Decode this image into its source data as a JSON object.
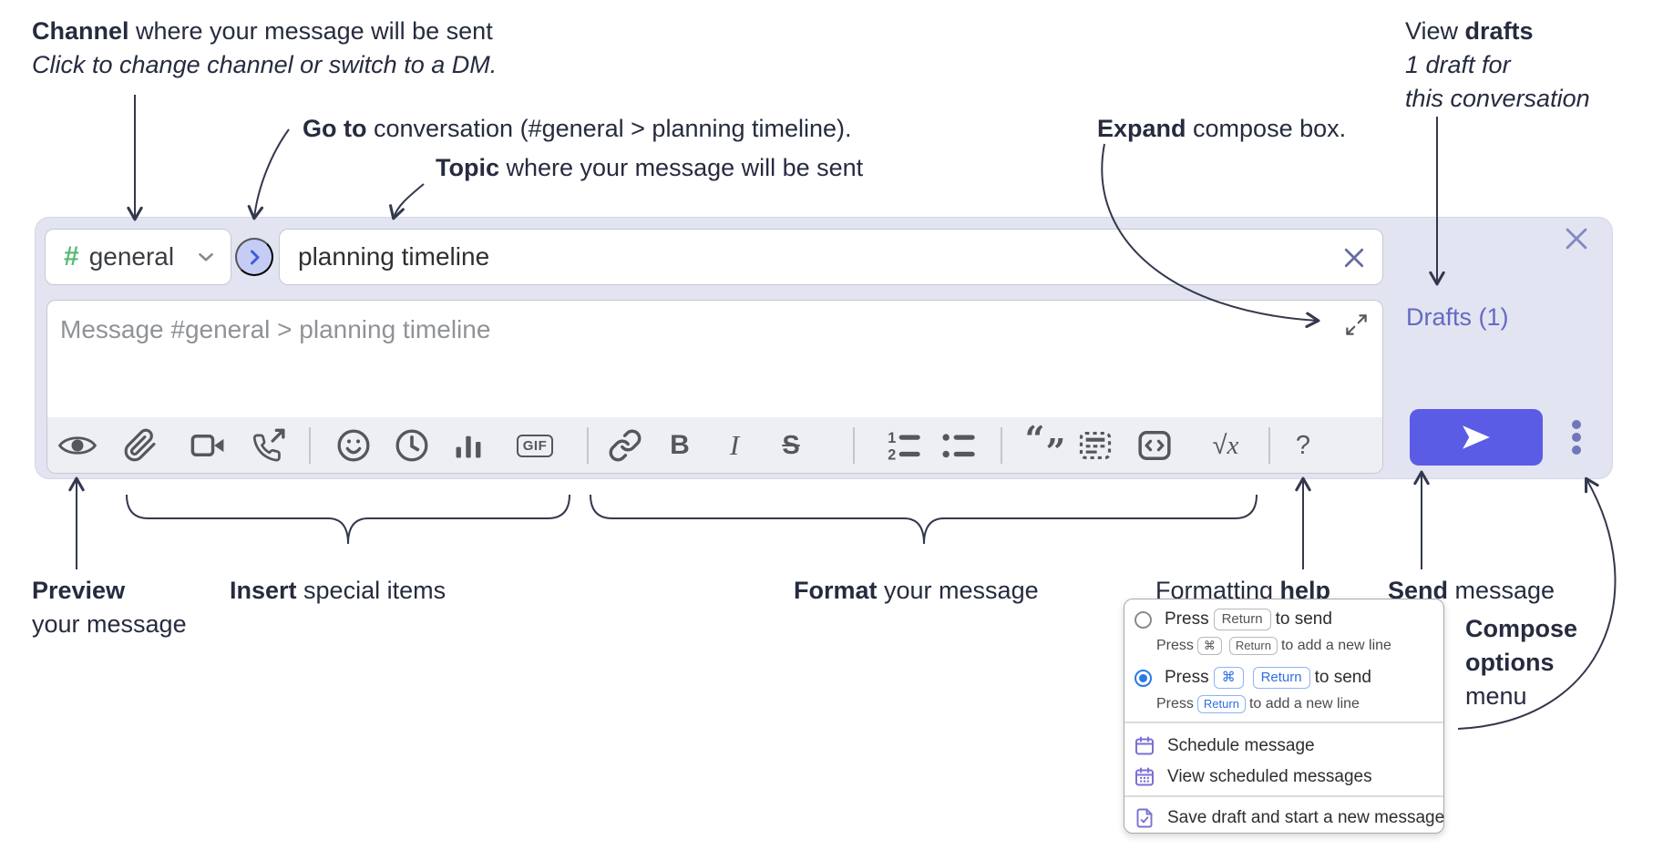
{
  "annotations": {
    "channel": {
      "bold": "Channel",
      "rest": " where your message will be sent",
      "sub_italic": "Click to change channel or switch to a DM."
    },
    "go_to": {
      "bold": "Go to",
      "rest": " conversation (#general > planning timeline)."
    },
    "topic": {
      "bold": "Topic",
      "rest": " where your message will be sent"
    },
    "expand": {
      "bold": "Expand",
      "rest": " compose box."
    },
    "view_drafts": {
      "pre": "View ",
      "bold": "drafts",
      "line2": "1 draft for",
      "line3": "this conversation"
    },
    "preview": {
      "bold": "Preview",
      "line2": "your message"
    },
    "insert": {
      "bold": "Insert",
      "rest": " special items"
    },
    "format": {
      "bold": "Format",
      "rest": " your message"
    },
    "formatting_help": {
      "pre": "Formatting ",
      "bold": "help"
    },
    "send": {
      "bold": "Send",
      "rest": " message"
    },
    "compose_options": {
      "bold1": "Compose",
      "bold2": "options",
      "line3": "menu"
    }
  },
  "compose": {
    "channel_hash": "#",
    "channel_name": "general",
    "topic_value": "planning timeline",
    "message_placeholder": "Message #general > planning timeline",
    "drafts_link": "Drafts (1)",
    "toolbar_text": {
      "bold": "B",
      "italic": "I",
      "strike": "S",
      "gif": "GIF",
      "ol1": "1",
      "ol2": "2",
      "quote_open": "“",
      "quote_close": "”",
      "math_radical": "√",
      "math_x": "x",
      "help": "?"
    }
  },
  "options_menu": {
    "option_return": {
      "press": "Press",
      "key_return": "Return",
      "suffix": "to send",
      "sub_press": "Press",
      "sub_key_cmd": "⌘",
      "sub_key_return": "Return",
      "sub_suffix": "to add a new line"
    },
    "option_cmd_return": {
      "press": "Press",
      "key_cmd": "⌘",
      "key_return": "Return",
      "suffix": "to send",
      "sub_press": "Press",
      "sub_key_return": "Return",
      "sub_suffix": "to add a new line"
    },
    "schedule": "Schedule message",
    "view_scheduled": "View scheduled messages",
    "save_draft": "Save draft and start a new message"
  },
  "colors": {
    "send_accent": "#5a5ce6",
    "link_purple": "#646ac2",
    "hash_green": "#57b873",
    "radio_checked_blue": "#2a7ae2",
    "menu_icon_purple": "#7a71d4",
    "kbd_blue": "#2e6fe0",
    "compose_bg": "#e2e4f1"
  }
}
